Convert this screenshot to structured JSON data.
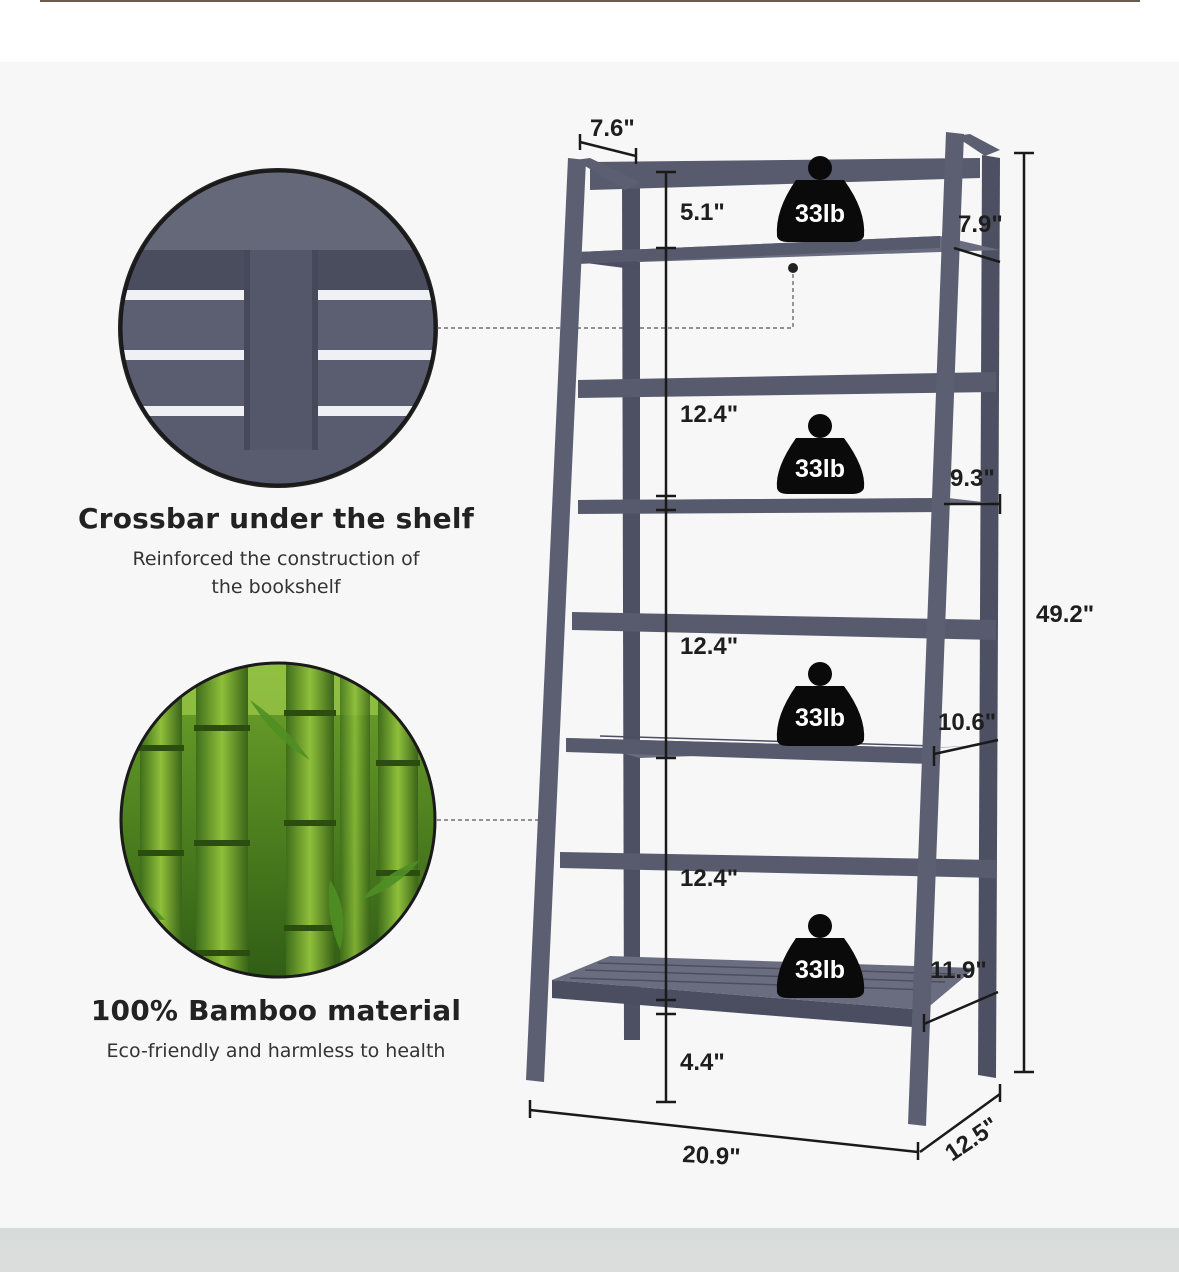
{
  "features": [
    {
      "title": "Crossbar under the shelf",
      "subtitle_line1": "Reinforced the construction of",
      "subtitle_line2": "the bookshelf"
    },
    {
      "title": "100% Bamboo material",
      "subtitle_line1": "Eco-friendly and harmless to health"
    }
  ],
  "weights": [
    "33lb",
    "33lb",
    "33lb",
    "33lb"
  ],
  "dimensions": {
    "top_depth": "7.6\"",
    "gap_top": "5.1\"",
    "gap_2": "12.4\"",
    "gap_3": "12.4\"",
    "gap_4": "12.4\"",
    "gap_bottom": "4.4\"",
    "shelf_depth_1": "7.9\"",
    "shelf_depth_2": "9.3\"",
    "shelf_depth_3": "10.6\"",
    "shelf_depth_4": "11.9\"",
    "height": "49.2\"",
    "width": "20.9\"",
    "base_depth": "12.5\""
  },
  "colors": {
    "shelf": "#5c5f72",
    "shelf_dark": "#4a4d5e",
    "panel": "#f7f7f7",
    "weight_badge": "#0a0a0a"
  }
}
